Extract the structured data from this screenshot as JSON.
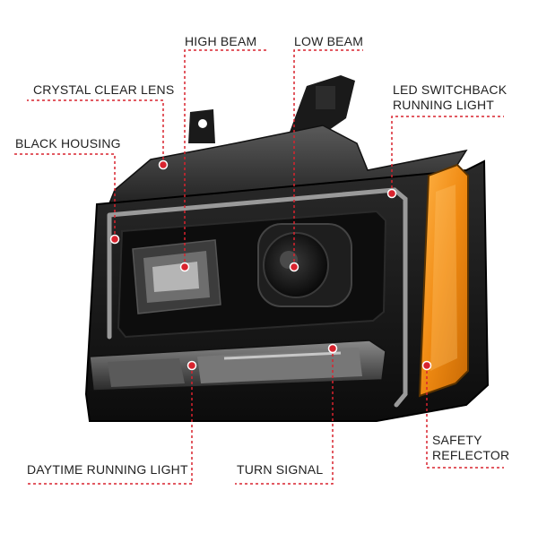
{
  "colors": {
    "accent": "#d9232e",
    "housing": "#151515",
    "reflector": "#f08a12",
    "text": "#222222"
  },
  "callouts": {
    "high_beam": "HIGH BEAM",
    "low_beam": "LOW BEAM",
    "crystal_clear_lens": "CRYSTAL CLEAR LENS",
    "led_switchback_line1": "LED SWITCHBACK",
    "led_switchback_line2": "RUNNING LIGHT",
    "black_housing": "BLACK HOUSING",
    "daytime_running_light": "DAYTIME RUNNING LIGHT",
    "turn_signal": "TURN SIGNAL",
    "safety_reflector_line1": "SAFETY",
    "safety_reflector_line2": "REFLECTOR"
  }
}
